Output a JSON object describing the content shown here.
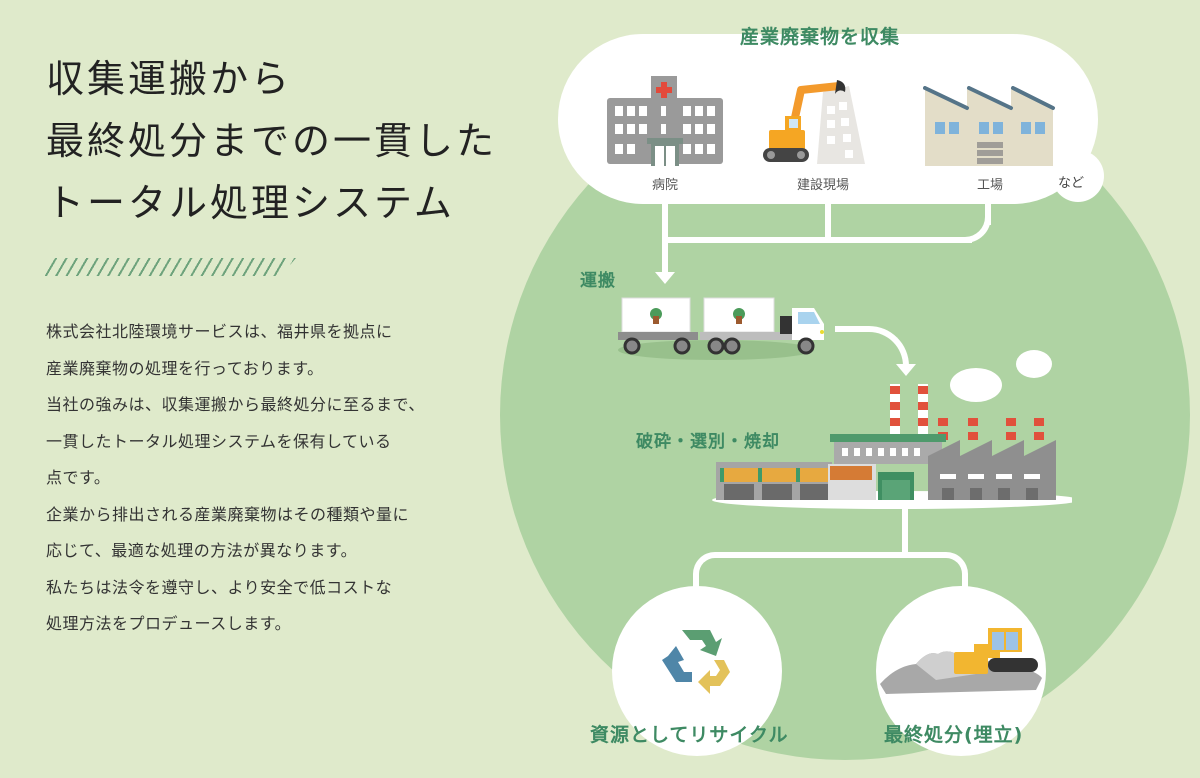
{
  "headline": {
    "lines": [
      "収集運搬から",
      "最終処分までの一貫した",
      "トータル処理システム"
    ]
  },
  "description": {
    "lines": [
      "株式会社北陸環境サービスは、福井県を拠点に",
      "産業廃棄物の処理を行っております。",
      "当社の強みは、収集運搬から最終処分に至るまで、",
      "一貫したトータル処理システムを保有している",
      "点です。",
      "企業から排出される産業廃棄物はその種類や量に",
      "応じて、最適な処理の方法が異なります。",
      "私たちは法令を遵守し、より安全で低コストな",
      "処理方法をプロデュースします。"
    ]
  },
  "flow": {
    "collection": {
      "title": "産業廃棄物を収集",
      "sources": [
        {
          "label": "病院",
          "icon": "hospital-icon"
        },
        {
          "label": "建設現場",
          "icon": "construction-site-icon"
        },
        {
          "label": "工場",
          "icon": "factory-icon"
        }
      ],
      "etc": "など"
    },
    "transport": {
      "label": "運搬",
      "icon": "truck-icon"
    },
    "processing": {
      "label": "破砕・選別・焼却",
      "icon": "processing-plant-icon"
    },
    "outcomes": [
      {
        "label": "資源としてリサイクル",
        "icon": "recycle-icon"
      },
      {
        "label": "最終処分(埋立)",
        "icon": "landfill-bulldozer-icon"
      }
    ]
  },
  "colors": {
    "background": "#dfeacb",
    "circle": "#afd3a3",
    "accent_green": "#3e8a63",
    "stripe": "#6ea37c"
  }
}
